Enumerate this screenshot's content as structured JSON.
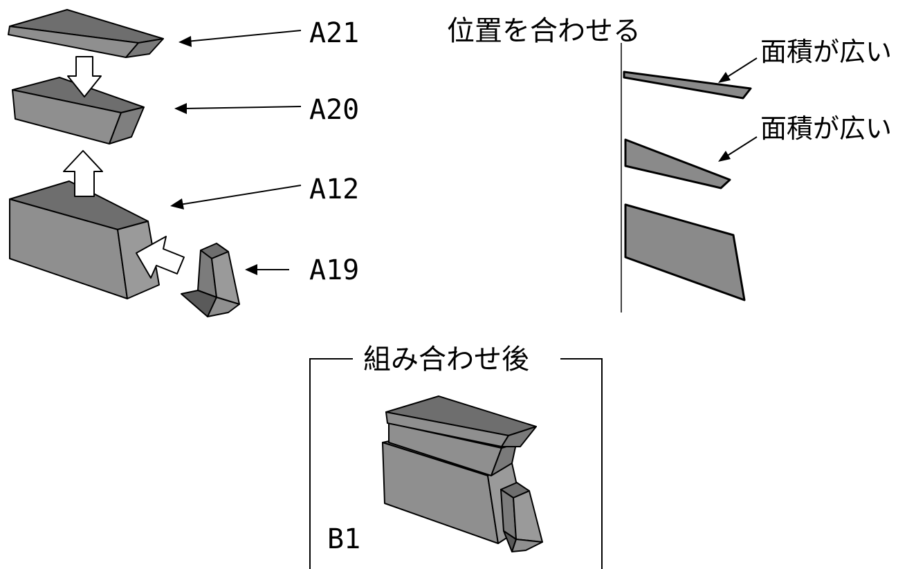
{
  "labels": {
    "a21": "A21",
    "a20": "A20",
    "a12": "A12",
    "a19": "A19",
    "b1": "B1"
  },
  "annotations": {
    "align": "位置を合わせる",
    "wider_area_1": "面積が広い",
    "wider_area_2": "面積が広い"
  },
  "result_box": {
    "title": "組み合わせ後"
  },
  "colors": {
    "face_top": "#6e6e6e",
    "face_front": "#8f8f8f",
    "face_side": "#9a9a9a",
    "face_dark": "#5a5a5a",
    "outline": "#000000",
    "arrow_fill": "#ffffff"
  }
}
